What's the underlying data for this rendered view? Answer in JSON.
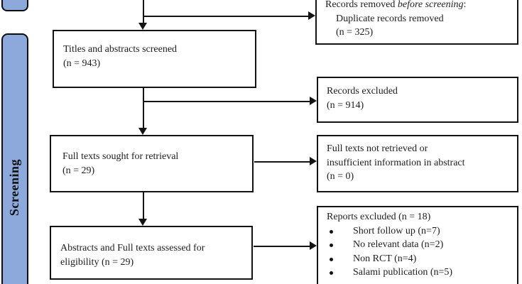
{
  "colors": {
    "stage_fill": "#8DA9DC",
    "line": "#141414",
    "box_bg": "#ffffff"
  },
  "sidebar": {
    "stage_label": "Screening"
  },
  "left_boxes": {
    "screened": {
      "line1": "Titles and abstracts screened",
      "line2": "(n = 943)"
    },
    "sought": {
      "line1": "Full texts sought for retrieval",
      "line2": "(n = 29)"
    },
    "assessed": {
      "line1": "Abstracts and Full texts assessed for",
      "line2": "eligibility (n = 29)"
    }
  },
  "right_boxes": {
    "removed_before_screening": {
      "line1_prefix": "Records removed ",
      "line1_italic": "before screening",
      "line1_suffix": ":",
      "line2": "Duplicate records removed",
      "line3": "(n = 325)"
    },
    "records_excluded": {
      "line1": "Records excluded",
      "line2": "(n = 914)"
    },
    "not_retrieved": {
      "line1": "Full texts not retrieved or",
      "line2": "insufficient information in abstract",
      "line3": "(n = 0)"
    },
    "reports_excluded": {
      "title": "Reports excluded (n = 18)",
      "bullets": [
        "Short follow up (n=7)",
        "No relevant data (n=2)",
        "Non RCT (n=4)",
        "Salami publication (n=5)"
      ]
    }
  }
}
